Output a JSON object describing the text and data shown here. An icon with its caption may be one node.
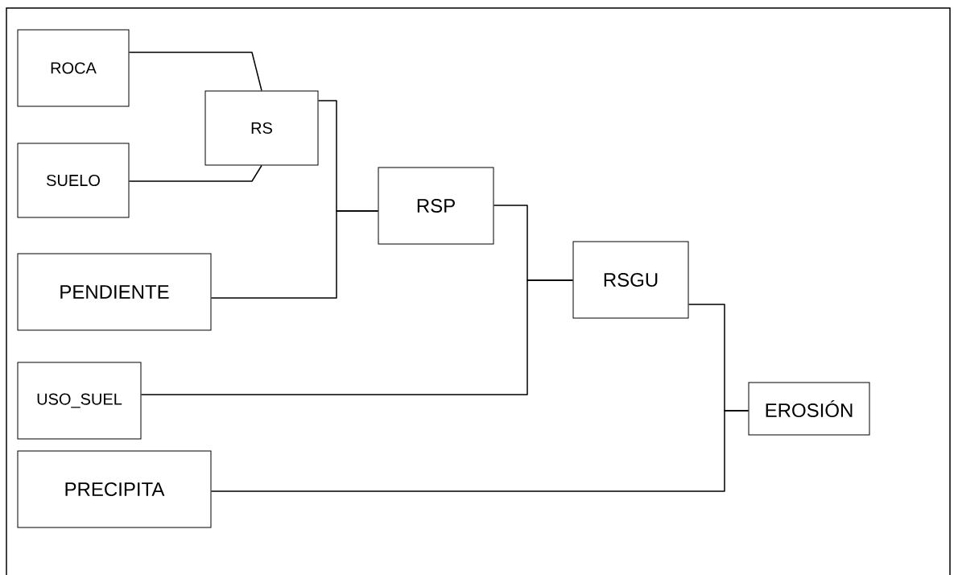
{
  "diagram": {
    "nodes": [
      {
        "text": [
          "ROCA"
        ]
      },
      {
        "text": [
          "RS"
        ]
      },
      {
        "text": [
          "SUELO"
        ]
      },
      {
        "text": [
          "RSP"
        ]
      },
      {
        "text": [
          "PENDIENTE"
        ]
      },
      {
        "text": [
          "RSGU"
        ]
      },
      {
        "text": [
          "USO_SUEL"
        ]
      },
      {
        "text": [
          "EROSIÓN"
        ]
      },
      {
        "text": [
          "PRECIPITA"
        ]
      }
    ],
    "edges": [
      {
        "from": 0,
        "to": 1,
        "arrow": "none"
      },
      {
        "from": 2,
        "to": 1,
        "arrow": "none"
      },
      {
        "from": 1,
        "to": 3,
        "arrow": "none"
      },
      {
        "from": 4,
        "to": 3,
        "arrow": "none"
      },
      {
        "from": 3,
        "to": 5,
        "arrow": "none"
      },
      {
        "from": 6,
        "to": 5,
        "arrow": "none"
      },
      {
        "from": 5,
        "to": 7,
        "arrow": "none"
      },
      {
        "from": 8,
        "to": 7,
        "arrow": "none"
      }
    ]
  }
}
